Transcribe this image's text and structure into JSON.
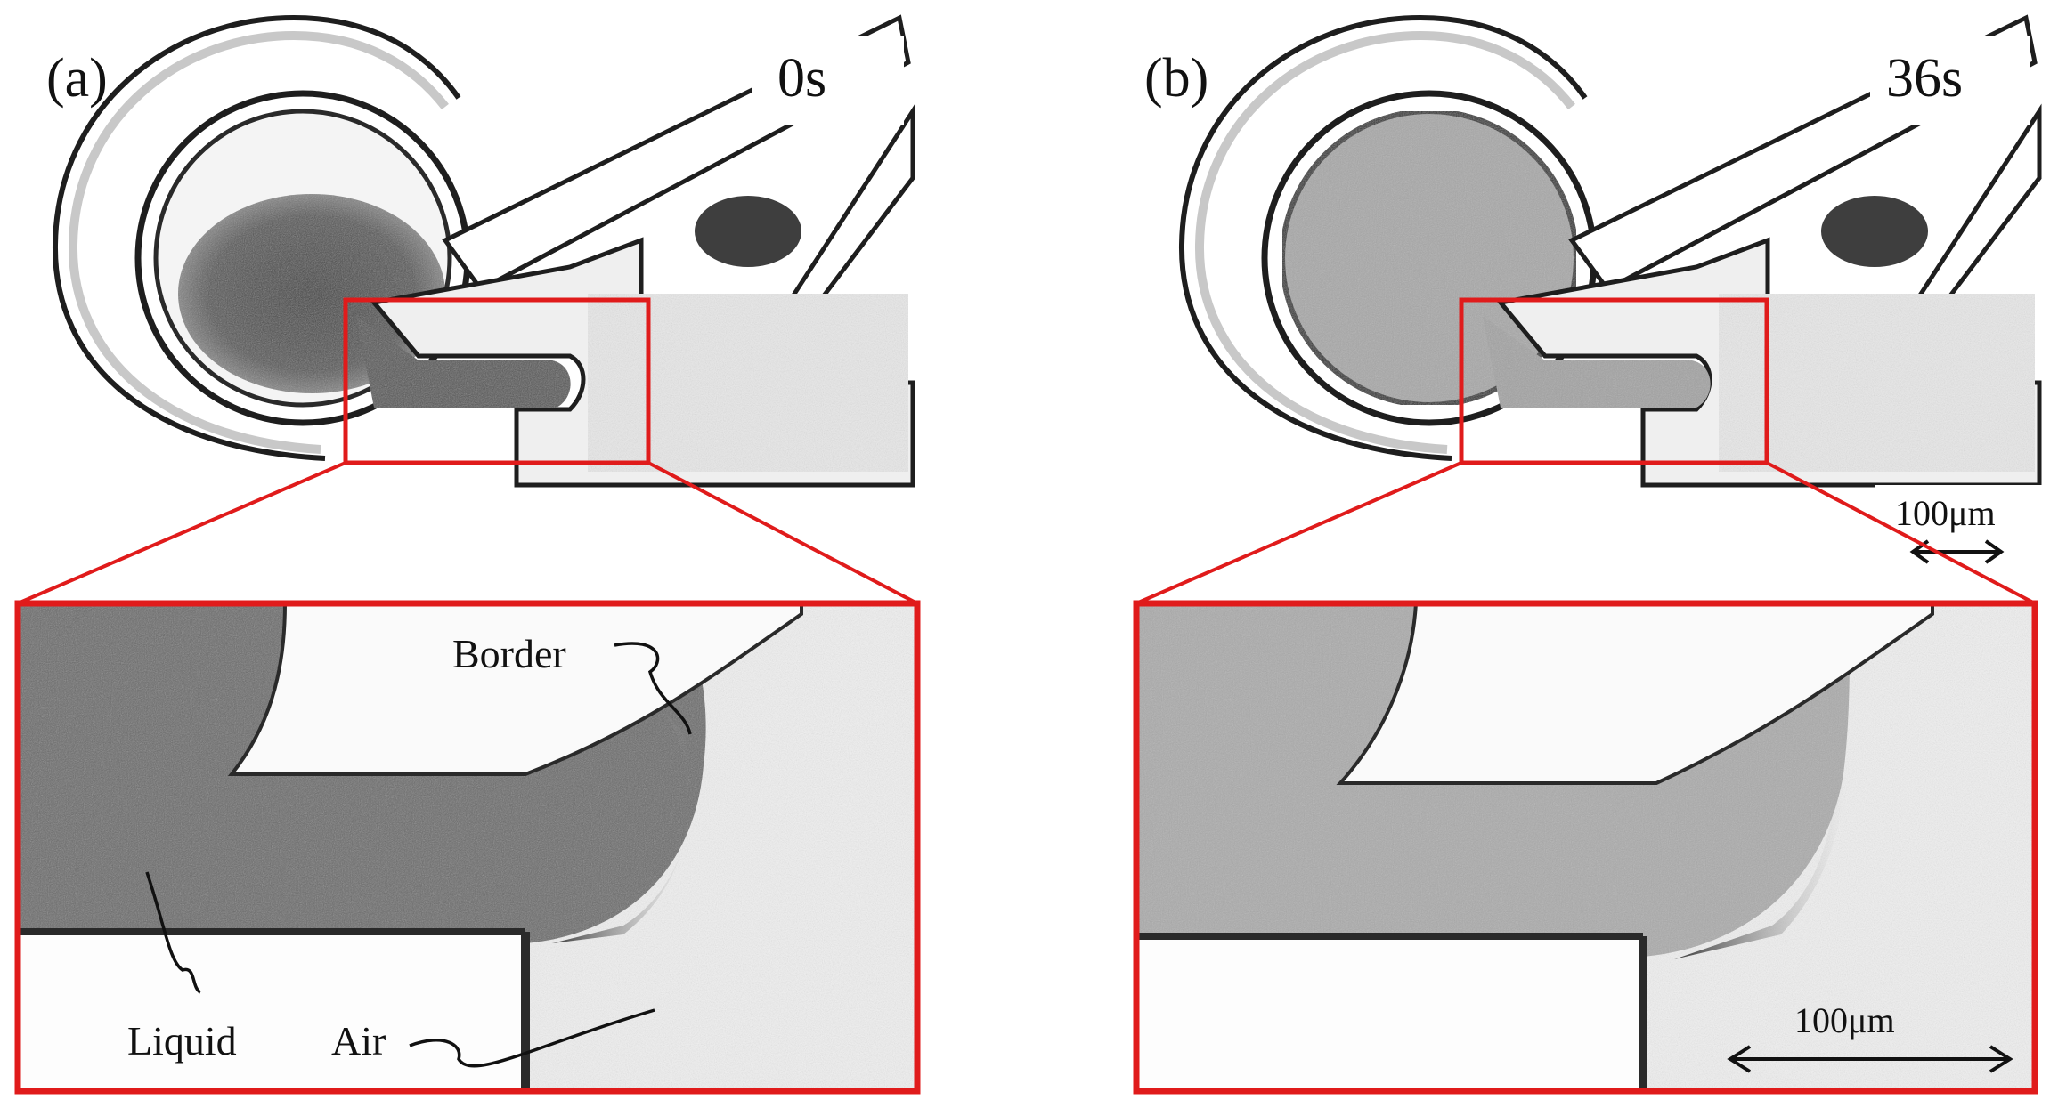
{
  "panels": [
    {
      "label": "(a)",
      "time": "0s",
      "annotations": {
        "border": "Border",
        "liquid": "Liquid",
        "air": "Air"
      }
    },
    {
      "label": "(b)",
      "time": "36s",
      "scale_bar_top": "100μm",
      "scale_bar_inset": "100μm"
    }
  ],
  "colors": {
    "zoom_box": "#e01b1b",
    "liquid_dark": "#5f5f5f",
    "liquid_light": "#a9a9a9",
    "channel_outline": "#1e1e1e",
    "air": "#f1f1f1"
  }
}
